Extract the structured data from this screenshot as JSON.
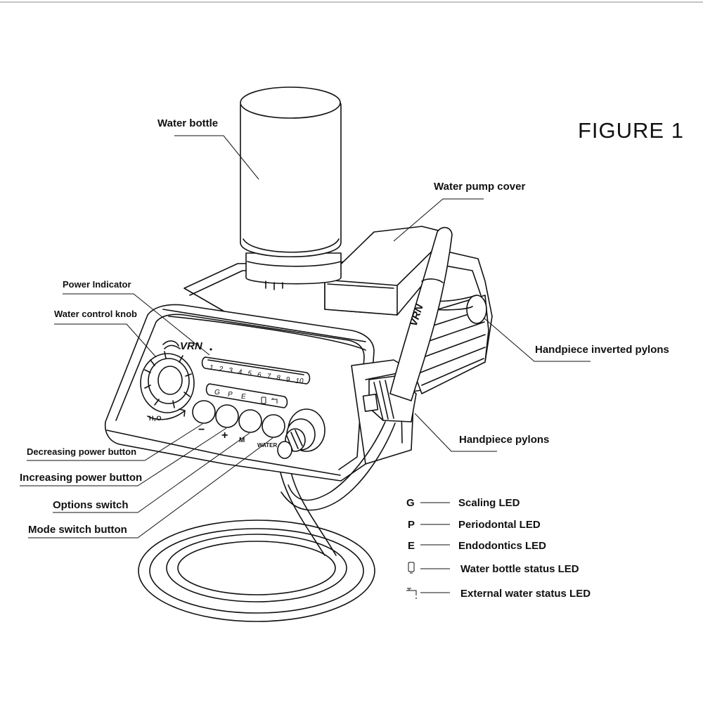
{
  "figure_title": "FIGURE 1",
  "brand": "VRN",
  "callouts": {
    "water_bottle": "Water bottle",
    "water_pump_cover": "Water pump cover",
    "power_indicator": "Power Indicator",
    "water_control_knob": "Water control knob",
    "handpiece_inverted_pylons": "Handpiece inverted pylons",
    "handpiece_pylons": "Handpiece pylons",
    "decreasing_power_button": "Decreasing power button",
    "increasing_power_button": "Increasing power button",
    "options_switch": "Options switch",
    "mode_switch_button": "Mode switch button"
  },
  "panel": {
    "power_levels": [
      "1",
      "2",
      "3",
      "4",
      "5",
      "6",
      "7",
      "8",
      "9",
      "10"
    ],
    "mode_letters": [
      "G",
      "P",
      "E"
    ],
    "knob_label": "H₂O",
    "buttons": [
      "−",
      "+",
      "M",
      "WATER"
    ]
  },
  "legend": [
    {
      "key": "G",
      "label": "Scaling LED"
    },
    {
      "key": "P",
      "label": "Periodontal LED"
    },
    {
      "key": "E",
      "label": "Endodontics LED"
    },
    {
      "key": "",
      "icon": "water-bottle-icon",
      "label": "Water bottle status LED"
    },
    {
      "key": "",
      "icon": "faucet-icon",
      "label": "External water status LED"
    }
  ]
}
